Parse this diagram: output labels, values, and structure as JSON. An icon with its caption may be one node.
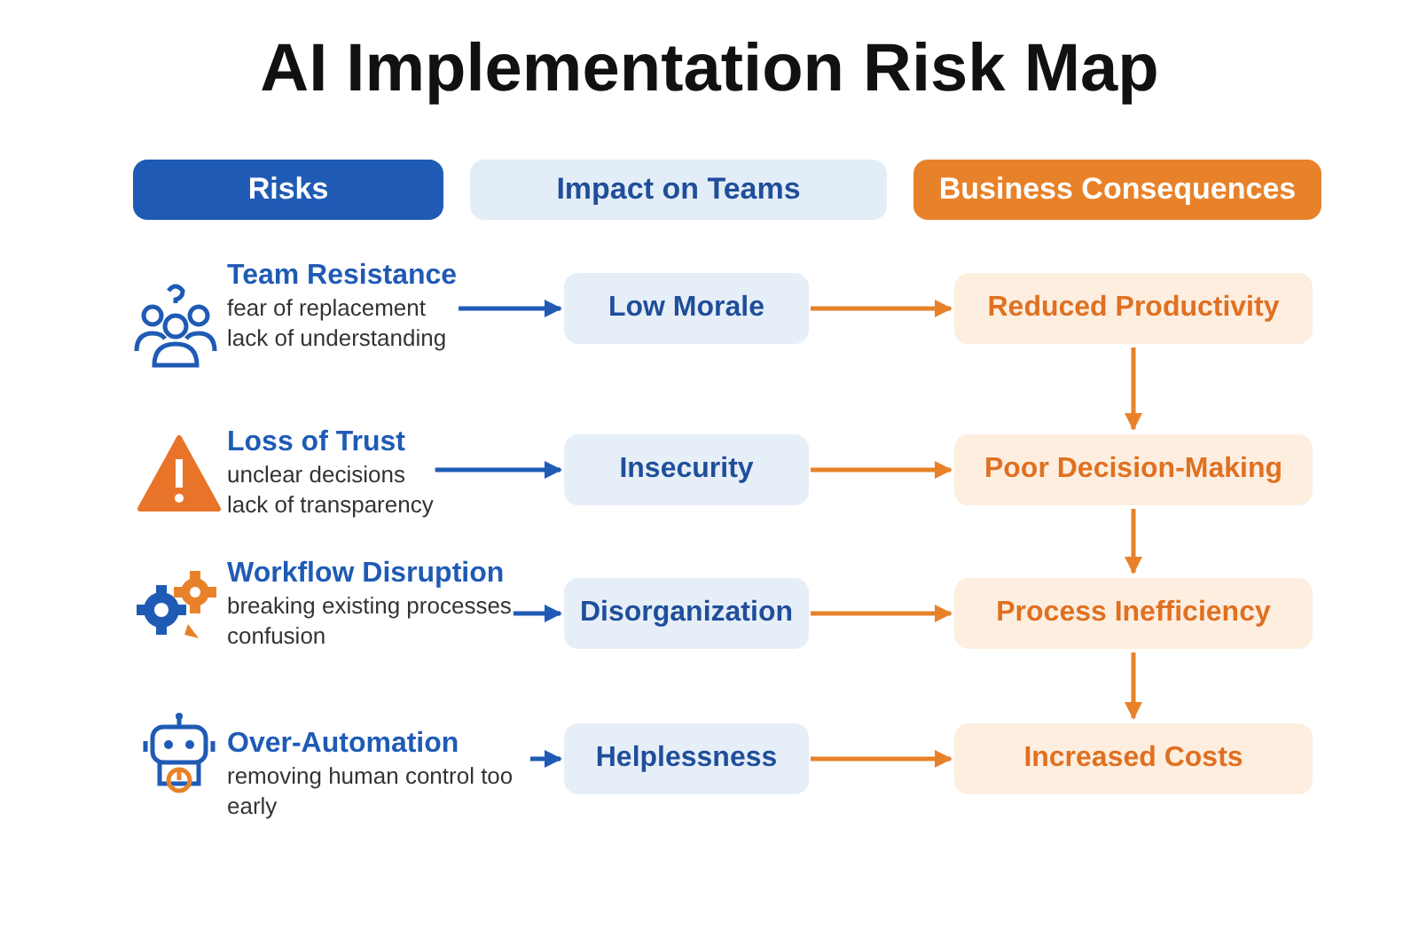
{
  "diagram": {
    "title": "AI Implementation Risk Map",
    "nodes": [
      {
        "text": [
          "Risks"
        ]
      },
      {
        "text": [
          "Impact on Teams"
        ]
      },
      {
        "text": [
          "Business Consequences"
        ]
      },
      {
        "text": [
          "Team Resistance",
          "fear of replacement",
          "lack of understanding"
        ]
      },
      {
        "text": [
          "Low Morale"
        ]
      },
      {
        "text": [
          "Reduced Productivity"
        ]
      },
      {
        "text": [
          "Loss of Trust",
          "unclear decisions",
          "lack of transparency"
        ]
      },
      {
        "text": [
          "Insecurity"
        ]
      },
      {
        "text": [
          "Poor Decision-Making"
        ]
      },
      {
        "text": [
          "Workflow Disruption",
          "breaking existing processes",
          "confusion"
        ]
      },
      {
        "text": [
          "Disorganization"
        ]
      },
      {
        "text": [
          "Process Inefficiency"
        ]
      },
      {
        "text": [
          "Over-Automation",
          "removing human control too early"
        ]
      },
      {
        "text": [
          "Helplessness"
        ]
      },
      {
        "text": [
          "Increased Costs"
        ]
      }
    ],
    "edges": [
      {
        "from": 3,
        "to": 4,
        "arrow": "to",
        "color": "#1f5bb5"
      },
      {
        "from": 4,
        "to": 5,
        "arrow": "to"
      },
      {
        "from": 5,
        "to": 8,
        "arrow": "to"
      },
      {
        "from": 6,
        "to": 7,
        "arrow": "to",
        "color": "#1f5bb5"
      },
      {
        "from": 7,
        "to": 8,
        "arrow": "to"
      },
      {
        "from": 8,
        "to": 11,
        "arrow": "to"
      },
      {
        "from": 9,
        "to": 10,
        "arrow": "to",
        "color": "#1f5bb5"
      },
      {
        "from": 10,
        "to": 11,
        "arrow": "to"
      },
      {
        "from": 11,
        "to": 14,
        "arrow": "to"
      },
      {
        "from": 12,
        "to": 13,
        "arrow": "to",
        "color": "#1f5bb5"
      },
      {
        "from": 13,
        "to": 14,
        "arrow": "to"
      }
    ]
  }
}
